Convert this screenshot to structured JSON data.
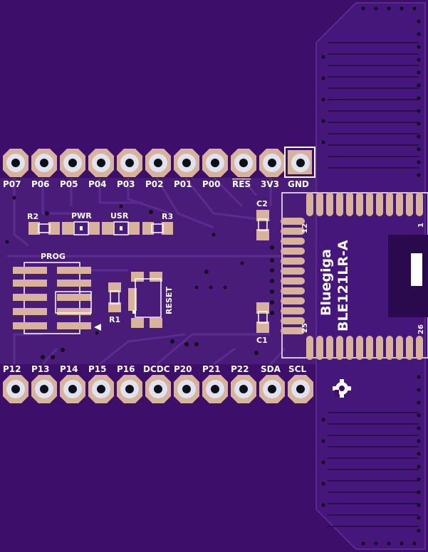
{
  "board": {
    "colors": {
      "background": "#3d0f6b",
      "copper_pour": "#4a1c7a",
      "pad": "#d8b39a",
      "silkscreen": "#ffffff",
      "ring": "#dfe3ef",
      "hole": "#0f0f18"
    },
    "top_header_labels": [
      "P07",
      "P06",
      "P05",
      "P04",
      "P03",
      "P02",
      "P01",
      "P00",
      "RES",
      "3V3",
      "GND"
    ],
    "bottom_header_labels": [
      "P12",
      "P13",
      "P14",
      "P15",
      "P16",
      "DCDC",
      "P20",
      "P21",
      "P22",
      "SDA",
      "SCL"
    ],
    "components": {
      "r2": "R2",
      "pwr": "PWR",
      "usr": "USR",
      "r3": "R3",
      "c2": "C2",
      "c1": "C1",
      "r1": "R1",
      "prog": "PROG",
      "reset": "RESET"
    },
    "module": {
      "name_line1": "Bluegiga",
      "name_line2": "BLE121LR-A",
      "pin_12": "12",
      "pin_25": "25",
      "pin_1": "1",
      "pin_26": "26"
    }
  }
}
